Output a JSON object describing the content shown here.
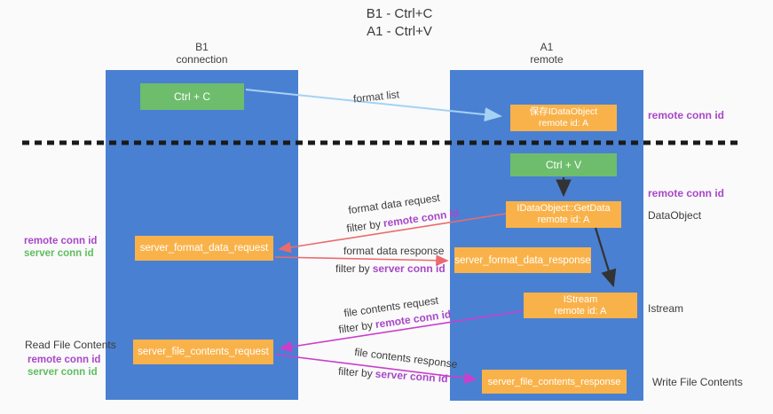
{
  "title": {
    "line1": "B1 - Ctrl+C",
    "line2": "A1 - Ctrl+V"
  },
  "columns": {
    "left": {
      "name": "B1",
      "role": "connection"
    },
    "right": {
      "name": "A1",
      "role": "remote"
    }
  },
  "nodes": {
    "ctrl_c": {
      "label": "Ctrl + C"
    },
    "ctrl_v": {
      "label": "Ctrl + V"
    },
    "saved_dataobject": {
      "line1": "保存IDataObject",
      "line2": "remote id: A"
    },
    "getdata": {
      "line1": "IDataObject::GetData",
      "line2": "remote id: A"
    },
    "istream": {
      "line1": "IStream",
      "line2": "remote id: A"
    },
    "server_format_data_request": {
      "label": "server_format_data_request"
    },
    "server_format_data_response": {
      "label": "server_format_data_response"
    },
    "server_file_contents_request": {
      "label": "server_file_contents_request"
    },
    "server_file_contents_response": {
      "label": "server_file_contents_response"
    }
  },
  "labels": {
    "format_list": "format list",
    "remote_conn_id": "remote conn id",
    "server_conn_id": "server conn id",
    "filter_by": "filter by",
    "format_data_request": "format data request",
    "format_data_response": "format data response",
    "file_contents_request": "file contents request",
    "file_contents_response": "file contents response",
    "dataobject": "DataObject",
    "istream": "Istream",
    "read_file_contents": "Read File Contents",
    "write_file_contents": "Write File Contents"
  },
  "colors": {
    "column_blue": "#4a80d2",
    "box_green": "#6dbd6d",
    "box_orange": "#f9b24a",
    "label_purple": "#a847c9",
    "label_green": "#5fbd5f",
    "arrow_red": "#ec6a6c",
    "arrow_magenta": "#cb3ecb",
    "arrow_light_blue": "#a5d2f3",
    "arrow_black": "#333333",
    "divider_black": "#1a1a1a"
  }
}
